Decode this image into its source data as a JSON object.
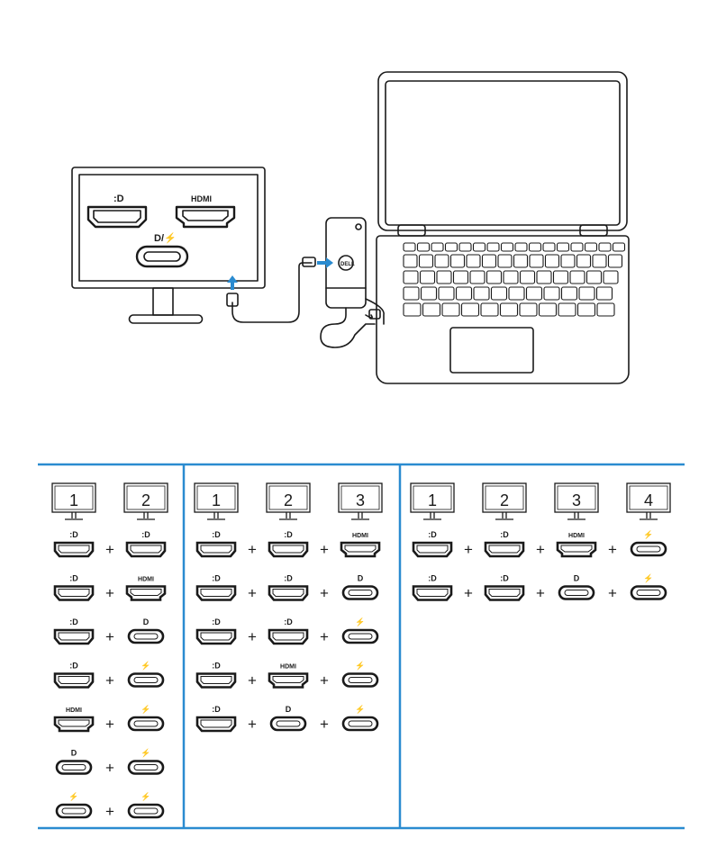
{
  "scene": {
    "monitor_ports": [
      "DisplayPort",
      "HDMI",
      "DisplayPort/Thunderbolt USB-C"
    ],
    "port_labels": {
      "dp": ":D",
      "hdmi": "HDMI",
      "dpc": "D",
      "tb": "⚡"
    },
    "accent_color": "#2a8bd0",
    "cable_arrow_color": "#2a8bd0",
    "dock_logo": "DELL"
  },
  "config_table": {
    "rule_color": "#2a8bd0",
    "plus": "+",
    "sections": [
      {
        "monitors": [
          "1",
          "2"
        ],
        "rows": [
          [
            "dp",
            "dp"
          ],
          [
            "dp",
            "hdmi"
          ],
          [
            "dp",
            "dpc"
          ],
          [
            "dp",
            "tb"
          ],
          [
            "hdmi",
            "tb"
          ],
          [
            "dpc",
            "tb"
          ],
          [
            "tb",
            "tb"
          ]
        ]
      },
      {
        "monitors": [
          "1",
          "2",
          "3"
        ],
        "rows": [
          [
            "dp",
            "dp",
            "hdmi"
          ],
          [
            "dp",
            "dp",
            "dpc"
          ],
          [
            "dp",
            "dp",
            "tb"
          ],
          [
            "dp",
            "hdmi",
            "tb"
          ],
          [
            "dp",
            "dpc",
            "tb"
          ]
        ]
      },
      {
        "monitors": [
          "1",
          "2",
          "3",
          "4"
        ],
        "rows": [
          [
            "dp",
            "dp",
            "hdmi",
            "tb"
          ],
          [
            "dp",
            "dp",
            "dpc",
            "tb"
          ]
        ]
      }
    ]
  }
}
